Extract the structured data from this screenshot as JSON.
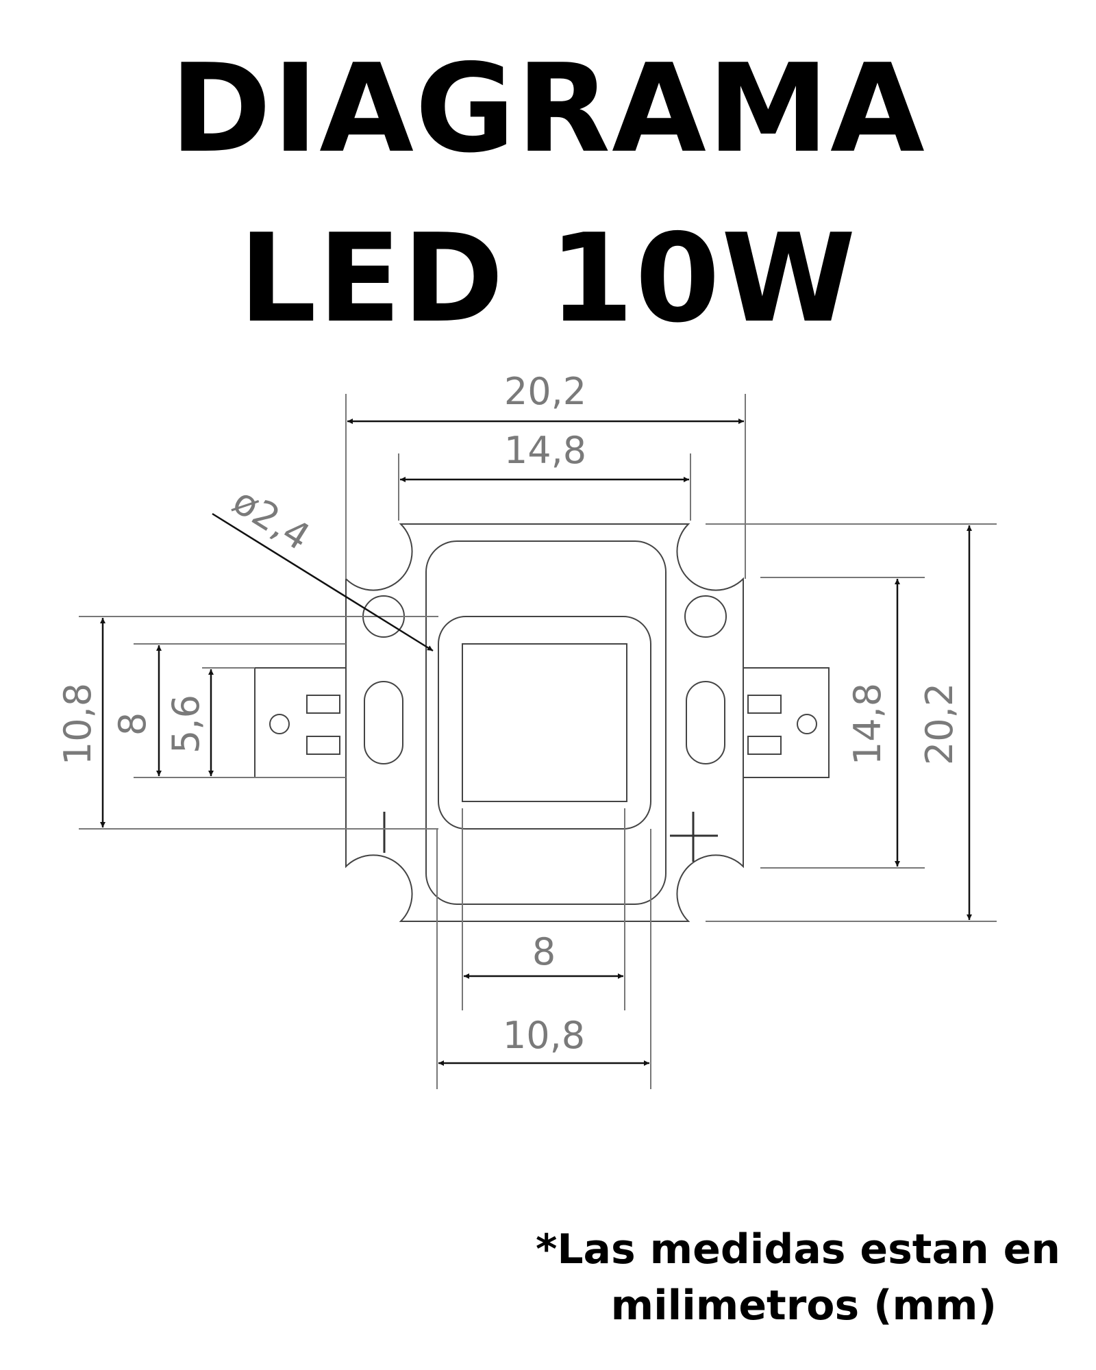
{
  "title": {
    "line1": "DIAGRAMA",
    "line2": "LED 10W"
  },
  "dimensions": {
    "top_outer": "20,2",
    "top_inner": "14,8",
    "hole": "ø2,4",
    "left_outer": "10,8",
    "left_mid": "8",
    "left_inner": "5,6",
    "right_inner": "14,8",
    "right_outer": "20,2",
    "bottom_inner": "8",
    "bottom_outer": "10,8"
  },
  "polarity": {
    "negative": "—",
    "positive": "+"
  },
  "note": {
    "line1": "*Las medidas estan en",
    "line2": "milimetros (mm)"
  }
}
